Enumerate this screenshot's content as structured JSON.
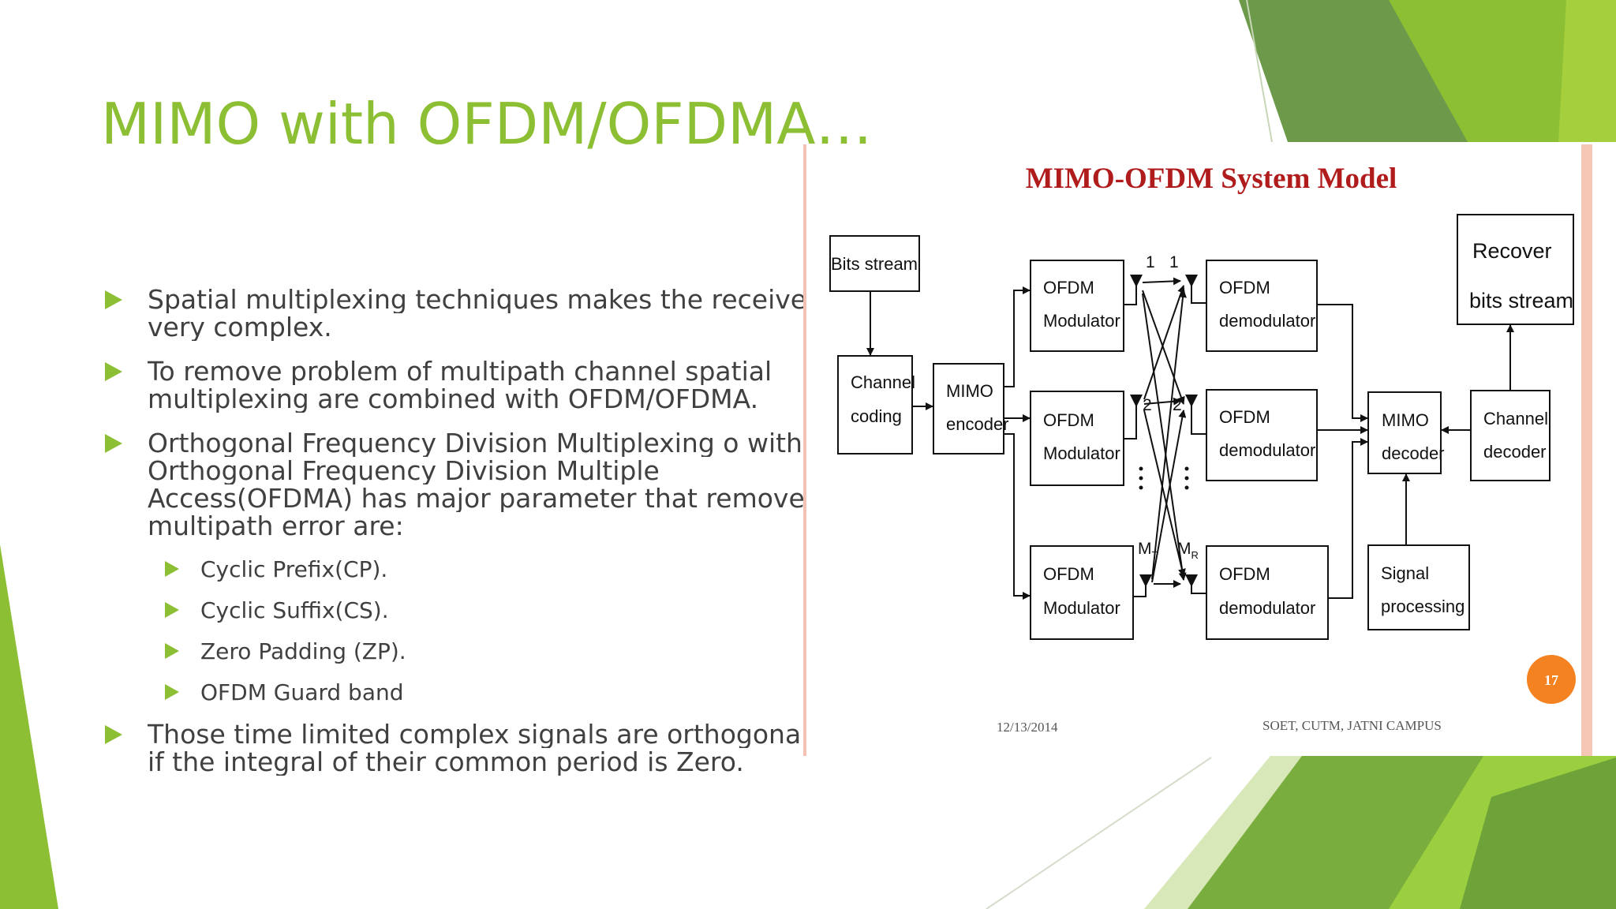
{
  "slide": {
    "title": "MIMO with OFDM/OFDMA…",
    "bullets": [
      {
        "level": 1,
        "text": "Spatial multiplexing techniques makes the receiver very complex.",
        "lines": [
          "Spatial multiplexing techniques makes the receiver",
          "very complex."
        ]
      },
      {
        "level": 1,
        "text": "To remove problem of multipath channel spatial multiplexing are combined with OFDM/OFDMA.",
        "lines": [
          "To remove problem of multipath channel spatial",
          "multiplexing are combined with OFDM/OFDMA."
        ]
      },
      {
        "level": 1,
        "text": "Orthogonal Frequency Division Multiplexing o with Orthogonal Frequency Division Multiple Access(OFDMA) has major parameter that remove multipath error are:",
        "lines": [
          "Orthogonal Frequency Division Multiplexing o with",
          "Orthogonal Frequency Division Multiple",
          "Access(OFDMA) has major parameter that remove",
          "multipath error are:"
        ]
      },
      {
        "level": 2,
        "text": "Cyclic Prefix(CP).",
        "lines": [
          "Cyclic Prefix(CP)."
        ]
      },
      {
        "level": 2,
        "text": "Cyclic Suffix(CS).",
        "lines": [
          "Cyclic Suffix(CS)."
        ]
      },
      {
        "level": 2,
        "text": "Zero Padding (ZP).",
        "lines": [
          "Zero Padding (ZP)."
        ]
      },
      {
        "level": 2,
        "text": "OFDM Guard band",
        "lines": [
          "OFDM Guard band"
        ]
      },
      {
        "level": 1,
        "text": "Those time limited complex signals are orthogonal if the integral of their common period is Zero.",
        "lines": [
          "Those time limited complex signals are orthogonal",
          "if the integral of their common period is Zero."
        ]
      }
    ]
  },
  "diagram": {
    "title": "MIMO-OFDM System Model",
    "nodes": {
      "bits_stream": "Bits stream",
      "channel_coding": [
        "Channel",
        "coding"
      ],
      "mimo_encoder": [
        "MIMO",
        "encoder"
      ],
      "ofdm_mod_1": [
        "OFDM",
        "Modulator"
      ],
      "ofdm_mod_2": [
        "OFDM",
        "Modulator"
      ],
      "ofdm_mod_3": [
        "OFDM",
        "Modulator"
      ],
      "ofdm_demod_1": [
        "OFDM",
        "demodulator"
      ],
      "ofdm_demod_2": [
        "OFDM",
        "demodulator"
      ],
      "ofdm_demod_3": [
        "OFDM",
        "demodulator"
      ],
      "mimo_decoder": [
        "MIMO",
        "decoder"
      ],
      "channel_decoder": [
        "Channel",
        "decoder"
      ],
      "recover": [
        "Recover",
        "bits stream"
      ],
      "signal_processing": [
        "Signal",
        "processing"
      ]
    },
    "antenna_labels": {
      "tx_1": "1",
      "rx_1": "1",
      "tx_2": "2",
      "rx_2": "2",
      "tx_m": "M",
      "tx_m_sub": "T",
      "rx_m": "M",
      "rx_m_sub": "R"
    },
    "edges": [
      [
        "bits_stream",
        "channel_coding"
      ],
      [
        "channel_coding",
        "mimo_encoder"
      ],
      [
        "mimo_encoder",
        "ofdm_mod_1"
      ],
      [
        "mimo_encoder",
        "ofdm_mod_2"
      ],
      [
        "mimo_encoder",
        "ofdm_mod_3"
      ],
      [
        "ofdm_demod_1",
        "mimo_decoder"
      ],
      [
        "ofdm_demod_2",
        "mimo_decoder"
      ],
      [
        "ofdm_demod_3",
        "mimo_decoder"
      ],
      [
        "channel_decoder",
        "mimo_decoder"
      ],
      [
        "channel_decoder",
        "recover"
      ],
      [
        "signal_processing",
        "mimo_decoder"
      ]
    ],
    "footer": {
      "date": "12/13/2014",
      "source": "SOET, CUTM, JATNI CAMPUS",
      "page_number": "17"
    }
  },
  "colors": {
    "accent": "#8dbf34",
    "title_red": "#b01c1c",
    "page_badge": "#f58220",
    "body_text": "#404040"
  }
}
